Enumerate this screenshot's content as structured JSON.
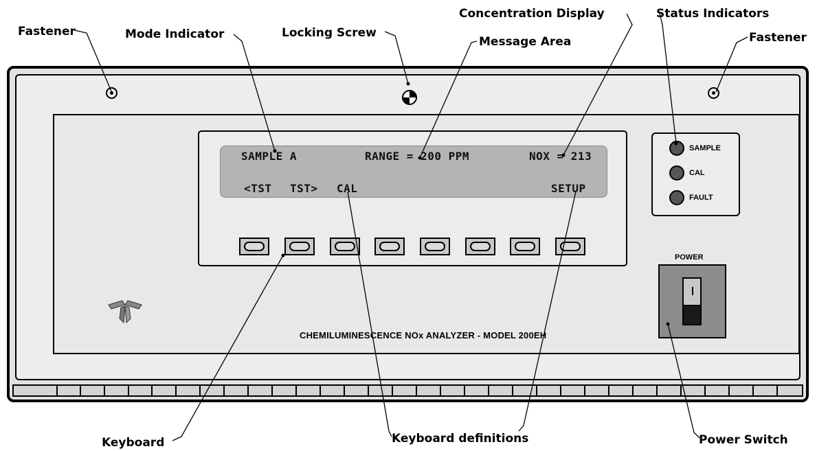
{
  "callouts": {
    "fastener_left": "Fastener",
    "mode_indicator": "Mode Indicator",
    "locking_screw": "Locking Screw",
    "concentration_display": "Concentration Display",
    "message_area": "Message Area",
    "status_indicators": "Status Indicators",
    "fastener_right": "Fastener",
    "keyboard": "Keyboard",
    "keyboard_definitions": "Keyboard definitions",
    "power_switch": "Power Switch"
  },
  "display": {
    "mode": "SAMPLE A",
    "message": "RANGE = 200 PPM",
    "concentration": "NOX = 213",
    "key_defs": [
      "<TST",
      "TST>",
      "CAL",
      "SETUP"
    ]
  },
  "status": {
    "sample": "SAMPLE",
    "cal": "CAL",
    "fault": "FAULT"
  },
  "power": {
    "label": "POWER"
  },
  "model": "CHEMILUMINESCENCE NOx ANALYZER - MODEL 200EH",
  "icons": {
    "logo": "teledyne-logo-icon",
    "locking_screw": "locking-screw-icon",
    "fastener": "fastener-icon"
  },
  "keys": [
    "",
    "",
    "",
    "",
    "",
    "",
    "",
    ""
  ]
}
